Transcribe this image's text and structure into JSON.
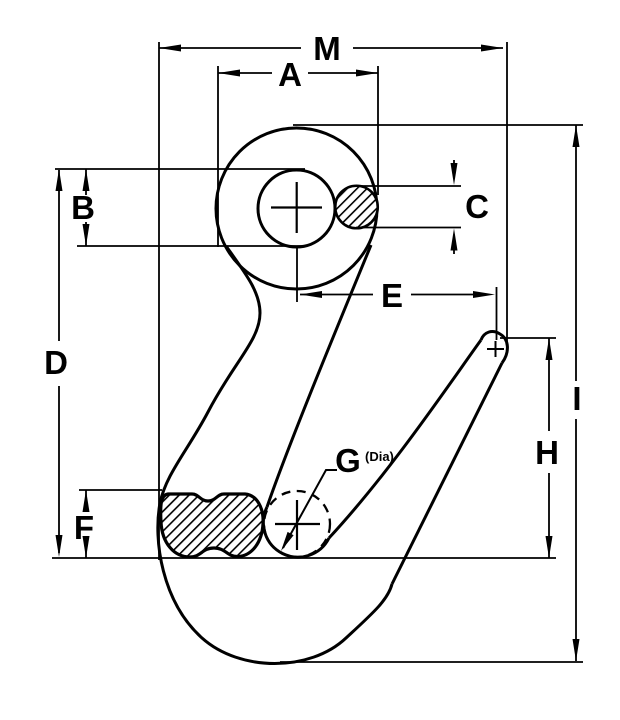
{
  "drawing": {
    "description": "Grab hook side-view dimension diagram",
    "colors": {
      "line": "#000000",
      "background": "#ffffff"
    },
    "labels": {
      "M": "M",
      "A": "A",
      "B": "B",
      "C": "C",
      "D": "D",
      "E": "E",
      "F": "F",
      "G": "G",
      "G_suffix": "(Dia)",
      "H": "H",
      "I": "I"
    }
  }
}
